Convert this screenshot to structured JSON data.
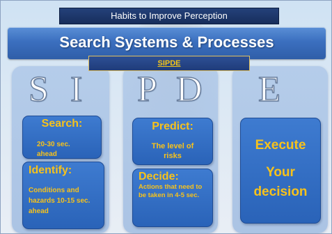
{
  "header": {
    "subtitle": "Habits to Improve Perception",
    "title": "Search Systems & Processes",
    "tag": "SIPDE"
  },
  "letters": [
    "S",
    "I",
    "P",
    "D",
    "E"
  ],
  "cards": {
    "search": {
      "heading": "Search:",
      "body": "20-30 sec. ahead"
    },
    "identify": {
      "heading": "Identify:",
      "body": "Conditions and hazards 10-15 sec. ahead"
    },
    "predict": {
      "heading": "Predict:",
      "body": "The level of risks"
    },
    "decide": {
      "heading": "Decide:",
      "body": "Actions that need to be taken in 4-5 sec."
    },
    "execute": {
      "heading": "Execute",
      "body": "Your decision"
    }
  },
  "colors": {
    "accent_text": "#f7c21b",
    "card_blue": "#2a63b8",
    "banner_blue": "#3b6fbf",
    "title_navy": "#1f3c7a"
  }
}
